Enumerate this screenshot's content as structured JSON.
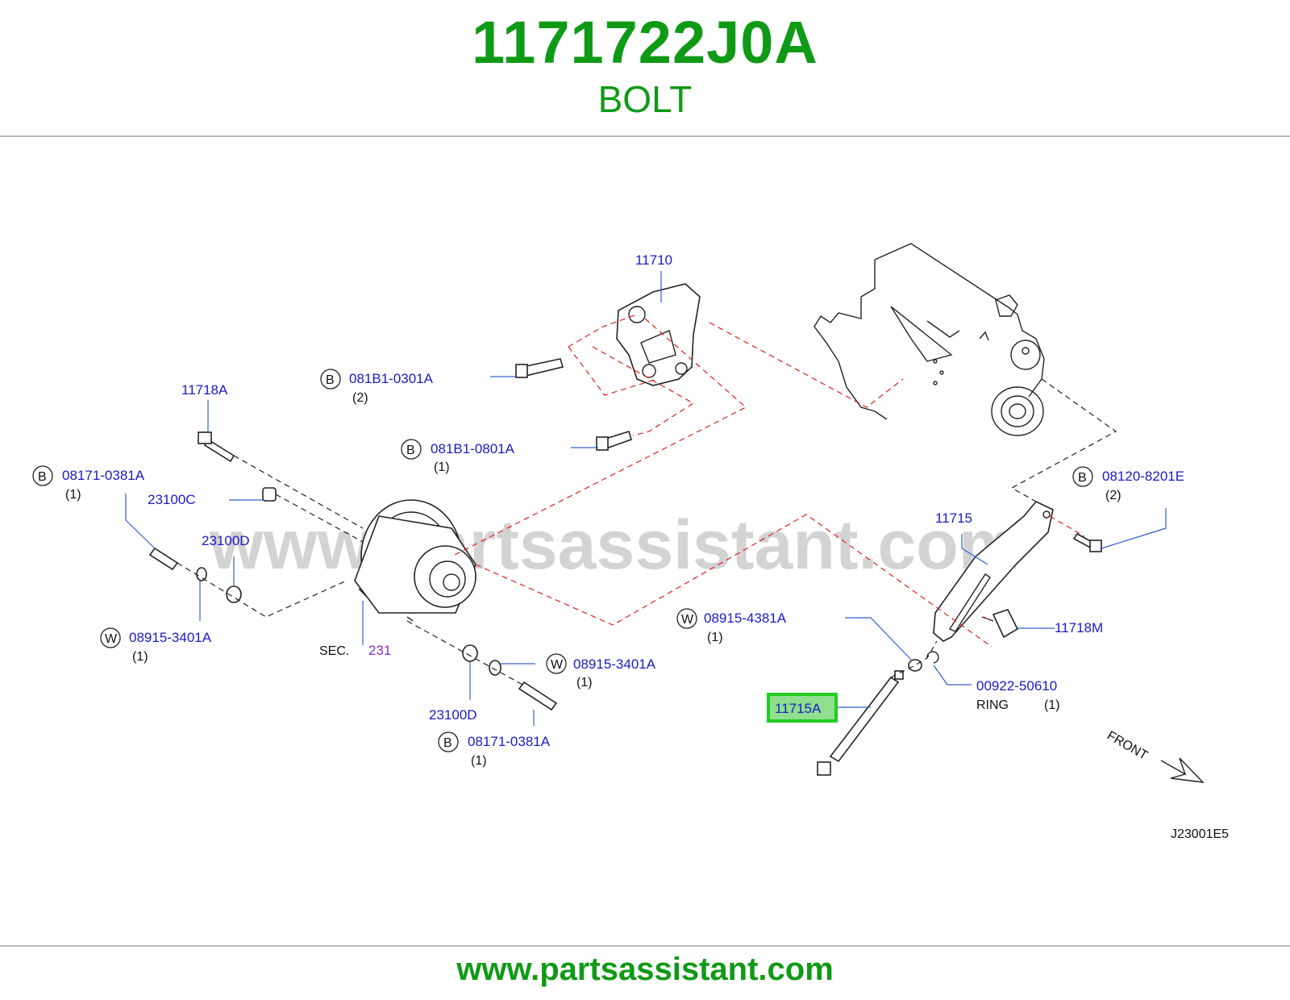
{
  "header": {
    "part_number": "1171722J0A",
    "part_name": "BOLT"
  },
  "watermark": "www.partsassistant.com",
  "diagram": {
    "code": "J23001E5",
    "front_label": "FRONT",
    "sec_label": "SEC.",
    "sec_number": "231",
    "highlighted_part": "11715A",
    "labels": {
      "p11710": "11710",
      "p11718A": "11718A",
      "p081B1_0301A": "081B1-0301A",
      "p081B1_0301A_qty": "(2)",
      "p081B1_0801A": "081B1-0801A",
      "p081B1_0801A_qty": "(1)",
      "p08171_0381A_left": "08171-0381A",
      "p08171_0381A_left_qty": "(1)",
      "p23100C": "23100C",
      "p23100D_top": "23100D",
      "p08915_3401A_left": "08915-3401A",
      "p08915_3401A_left_qty": "(1)",
      "p08915_3401A_right": "08915-3401A",
      "p08915_3401A_right_qty": "(1)",
      "p23100D_bottom": "23100D",
      "p08171_0381A_bottom": "08171-0381A",
      "p08171_0381A_bottom_qty": "(1)",
      "p08120_8201E": "08120-8201E",
      "p08120_8201E_qty": "(2)",
      "p11715": "11715",
      "p08915_4381A": "08915-4381A",
      "p08915_4381A_qty": "(1)",
      "p11718M": "11718M",
      "p00922_50610": "00922-50610",
      "ring_label": "RING",
      "ring_qty": "(1)"
    },
    "markers": {
      "bolt": "B",
      "washer": "W"
    }
  },
  "footer": {
    "url": "www.partsassistant.com"
  },
  "colors": {
    "brand_green": "#0f9a16",
    "part_label_blue": "#1a1ac8",
    "section_purple": "#8a2cc4",
    "leader_red": "#e02020",
    "highlight_green": "#22cc22"
  }
}
